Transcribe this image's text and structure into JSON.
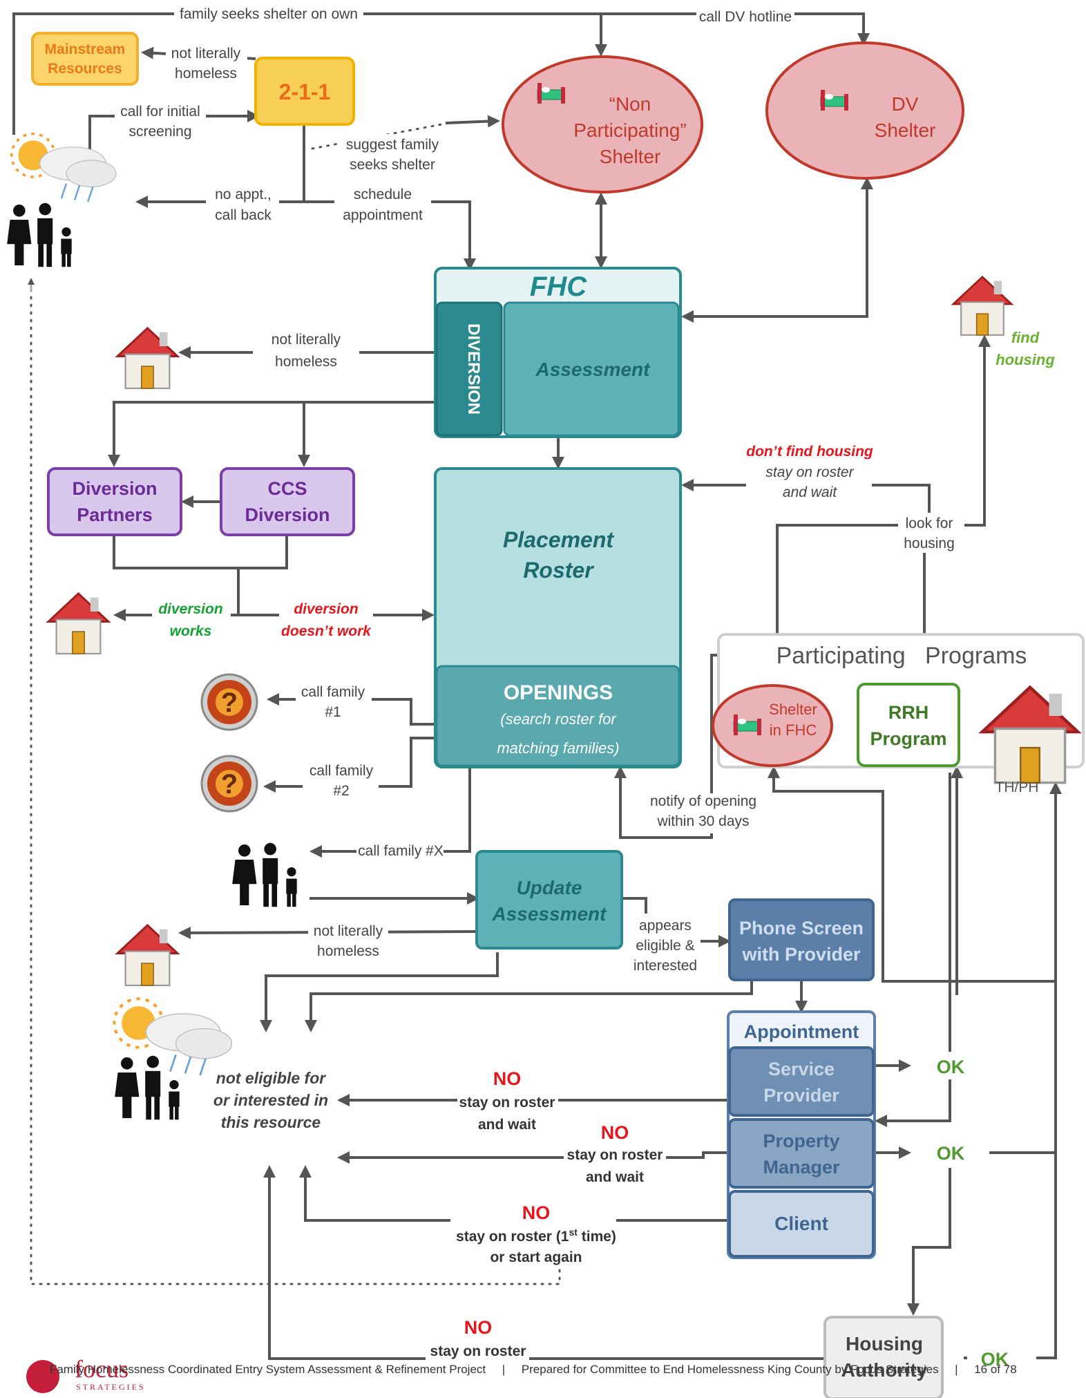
{
  "nodes": {
    "mainstream": "Mainstream\nResources",
    "two_one_one": "2-1-1",
    "non_participating": "“Non\nParticipating”\nShelter",
    "dv_shelter": "DV\nShelter",
    "fhc": "FHC",
    "diversion": "DIVERSION",
    "assessment": "Assessment",
    "diversion_partners": "Diversion\nPartners",
    "ccs_diversion": "CCS\nDiversion",
    "placement_roster": "Placement\nRoster",
    "openings_title": "OPENINGS",
    "openings_sub": "(search roster for\nmatching families)",
    "participating_programs": "Participating   Programs",
    "shelter_in_fhc": "Shelter\nin FHC",
    "rrh_program": "RRH\nProgram",
    "th_ph": "TH/PH",
    "update_assessment": "Update\nAssessment",
    "phone_screen": "Phone Screen\nwith Provider",
    "appointment": "Appointment",
    "service_provider": "Service\nProvider",
    "property_manager": "Property\nManager",
    "client": "Client",
    "housing_authority": "Housing\nAuthority",
    "not_eligible": "not eligible for\nor interested in\nthis resource"
  },
  "edge_labels": {
    "family_seeks_shelter": "family seeks shelter on own",
    "call_dv_hotline": "call DV hotline",
    "not_literally_homeless_211": "not literally\nhomeless",
    "call_initial_screening": "call for initial\nscreening",
    "suggest_family_seeks_shelter": "suggest family\nseeks shelter",
    "no_appt_call_back": "no appt.,\ncall back",
    "schedule_appointment": "schedule\nappointment",
    "not_literally_homeless_fhc": "not literally\nhomeless",
    "diversion_works": "diversion\nworks",
    "diversion_doesnt_work": "diversion\ndoesn’t work",
    "call_family_1": "call family\n#1",
    "call_family_2": "call family\n#2",
    "call_family_x": "call family #X",
    "not_literally_homeless_update": "not literally\nhomeless",
    "appears_eligible": "appears\neligible &\ninterested",
    "notify_opening": "notify of opening\nwithin 30 days",
    "dont_find_housing": "don’t find housing",
    "stay_on_roster_wait_red": "stay on roster\nand wait",
    "look_for_housing": "look for\nhousing",
    "find_housing": "find\nhousing",
    "no": "NO",
    "ok": "OK",
    "stay_on_roster_and_wait": "stay on roster\nand wait",
    "stay_on_roster_first_time_a": "stay on roster (1",
    "stay_on_roster_first_time_sup": "st",
    "stay_on_roster_first_time_b": " time)",
    "or_start_again": "or start again",
    "stay_on_roster": "stay on roster"
  },
  "footer": {
    "logo_word": "focus",
    "logo_sub": "STRATEGIES",
    "text": "Family Homelessness Coordinated Entry System Assessment & Refinement Project     |     Prepared for Committee to End Homelessness King County by Focus Strategies     |     16 of 78"
  },
  "colors": {
    "teal_dark": "#2a8a8f",
    "teal_mid": "#5fb3b8",
    "teal_light": "#b6dfe2",
    "shelter_fill": "#e8b4b8",
    "shelter_stroke": "#c0392b",
    "purple_fill": "#d9c8ec",
    "purple_stroke": "#7b3fa8",
    "yellow_fill": "#f8cf55",
    "yellow_stroke": "#f0b400",
    "blue_dark": "#5b7fa8",
    "blue_mid": "#8aa6c4",
    "blue_light": "#c9d8e8",
    "green_stroke": "#4e9a2e",
    "red_text": "#e8161b",
    "green_text": "#4e9a2e",
    "arrow": "#555555"
  }
}
